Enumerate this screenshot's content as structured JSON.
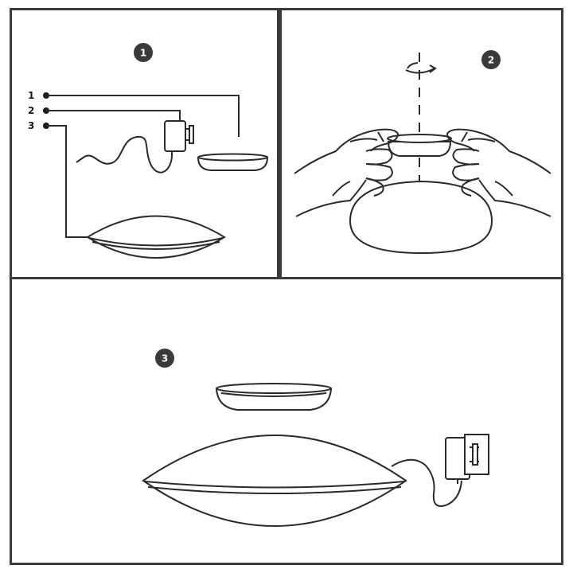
{
  "panels": [
    {
      "id": "panel-1",
      "step_label": "1",
      "legend_items": [
        "1",
        "2",
        "3"
      ]
    },
    {
      "id": "panel-2",
      "step_label": "2"
    },
    {
      "id": "panel-3",
      "step_label": "3"
    }
  ],
  "colors": {
    "border": "#3a3a3a",
    "badge": "#3a3a3a",
    "line": "#2a2a2a",
    "background": "#ffffff"
  }
}
